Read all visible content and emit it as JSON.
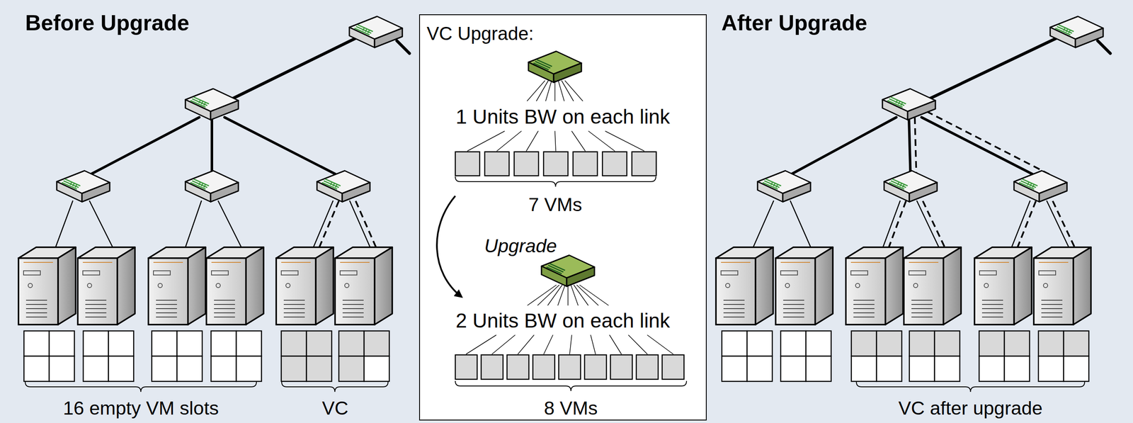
{
  "diagram": {
    "nodes": [
      {
        "text": [
          "VC Upgrade:"
        ]
      }
    ],
    "labels": [
      "Before Upgrade",
      "16 empty VM slots",
      "VC",
      "1 Units BW on each link",
      "7 VMs",
      "Upgrade",
      "2 Units BW on each link",
      "8 VMs",
      "After Upgrade",
      "VC after upgrade"
    ]
  }
}
